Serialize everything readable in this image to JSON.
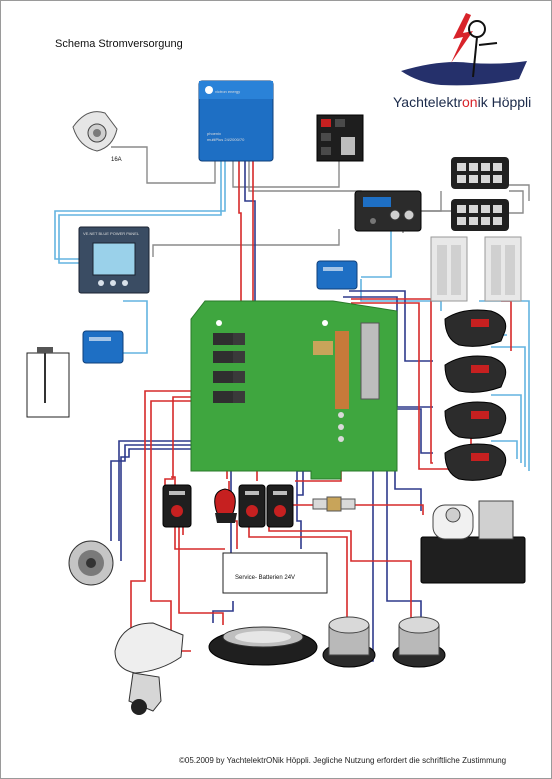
{
  "title": "Schema Stromversorgung",
  "brand": {
    "prefix": "Yachtelektr",
    "highlight": "on",
    "suffix": "ik Höppli"
  },
  "inverter": {
    "brand": "victron energy",
    "model_line1": "phoenix",
    "model_line2": "multiPlus 24/2000/70"
  },
  "shore_power": {
    "label": "16A"
  },
  "battery_monitor": {
    "title": "VE.NET BLUE POWER PANEL"
  },
  "battery_bank": {
    "label": "Service- Batterien 24V"
  },
  "copyright": "©05.2009 by YachtelektrONik Höppli. Jegliche Nutzung erfordert die schriftliche Zustimmung",
  "colors": {
    "wire_red": "#d62a2a",
    "wire_blue": "#2e3a8c",
    "wire_cyan": "#63b4e0",
    "wire_gray": "#8a8a8a",
    "distribution_board": "#3fa63f",
    "victron_blue": "#1e6fc4"
  }
}
